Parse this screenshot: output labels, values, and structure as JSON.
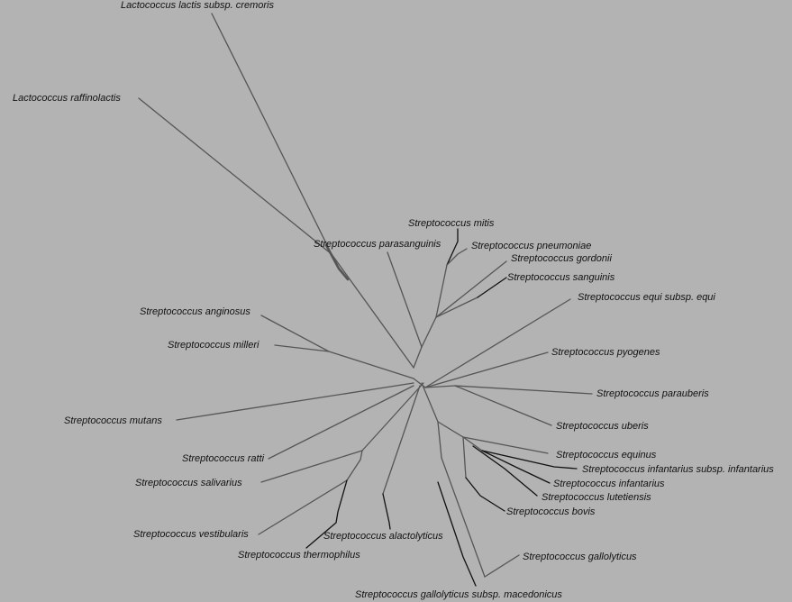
{
  "colors": {
    "background": "#b3b3b3",
    "branch": "#555555",
    "label": "#111111"
  },
  "taxa": {
    "lactis_cremoris": "Lactococcus lactis subsp. cremoris",
    "raffinolactis": "Lactococcus raffinolactis",
    "parasanguinis": "Streptococcus parasanguinis",
    "mitis": "Streptococcus mitis",
    "pneumoniae": "Streptococcus pneumoniae",
    "gordonii": "Streptococcus gordonii",
    "sanguinis": "Streptococcus sanguinis",
    "equi_equi": "Streptococcus equi subsp. equi",
    "anginosus": "Streptococcus anginosus",
    "milleri": "Streptococcus milleri",
    "pyogenes": "Streptococcus pyogenes",
    "parauberis": "Streptococcus parauberis",
    "mutans": "Streptococcus mutans",
    "uberis": "Streptococcus uberis",
    "equinus": "Streptococcus equinus",
    "infantarius_infantarius": "Streptococcus infantarius subsp. infantarius",
    "ratti": "Streptococcus ratti",
    "infantarius": "Streptococcus infantarius",
    "salivarius": "Streptococcus salivarius",
    "lutetiensis": "Streptococcus lutetiensis",
    "bovis": "Streptococcus bovis",
    "alactolyticus": "Streptococcus alactolyticus",
    "vestibularis": "Streptococcus vestibularis",
    "thermophilus": "Streptococcus thermophilus",
    "gallolyticus": "Streptococcus gallolyticus",
    "gallolyticus_macedonicus": "Streptococcus gallolyticus subsp. macedonicus"
  }
}
